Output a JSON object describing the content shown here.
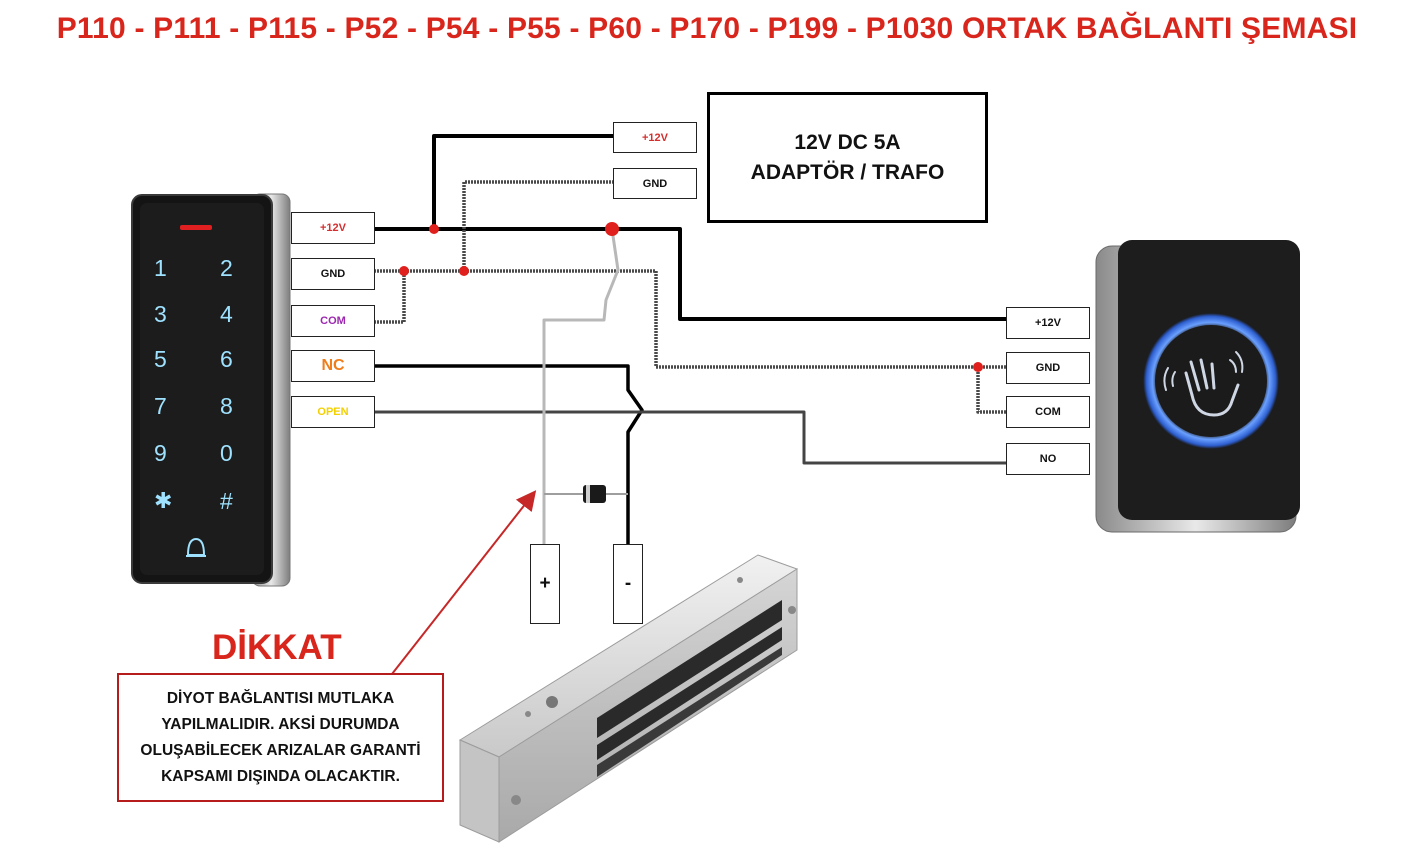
{
  "title": "P110 - P111 - P115 - P52 - P54 - P55 - P60 - P170 - P199 - P1030 ORTAK BAĞLANTI ŞEMASI",
  "power_supply": {
    "line1": "12V DC 5A",
    "line2": "ADAPTÖR / TRAFO",
    "terminals": [
      {
        "label": "+12V",
        "color": "#d32f2f"
      },
      {
        "label": "GND",
        "color": "#111111"
      }
    ]
  },
  "keypad": {
    "keys": [
      "1",
      "2",
      "3",
      "4",
      "5",
      "6",
      "7",
      "8",
      "9",
      "0",
      "✱",
      "#"
    ],
    "terminals": [
      {
        "label": "+12V",
        "color": "#d32f2f"
      },
      {
        "label": "GND",
        "color": "#111111"
      },
      {
        "label": "COM",
        "color": "#9c27b0"
      },
      {
        "label": "NC",
        "color": "#ef7d1a"
      },
      {
        "label": "OPEN",
        "color": "#f3d000"
      }
    ]
  },
  "exit_button": {
    "terminals": [
      {
        "label": "+12V",
        "color": "#111111"
      },
      {
        "label": "GND",
        "color": "#111111"
      },
      {
        "label": "COM",
        "color": "#111111"
      },
      {
        "label": "NO",
        "color": "#111111"
      }
    ]
  },
  "maglock": {
    "plus": "+",
    "minus": "-"
  },
  "warning": {
    "heading": "DİKKAT",
    "text": "DİYOT BAĞLANTISI MUTLAKA YAPILMALIDIR. AKSİ DURUMDA OLUŞABİLECEK ARIZALAR GARANTİ KAPSAMI DIŞINDA OLACAKTIR."
  },
  "colors": {
    "title_red": "#d9261c",
    "wire_black": "#000000",
    "wire_gray": "#555555",
    "junction": "#e0201c",
    "ring_blue": "#4a86f0"
  }
}
